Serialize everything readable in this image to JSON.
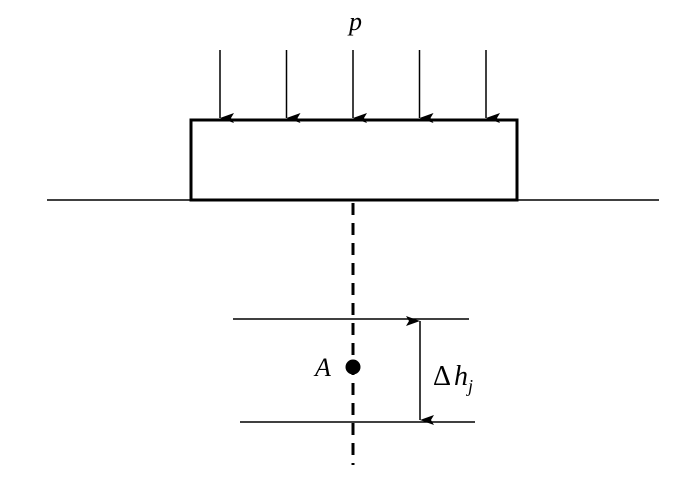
{
  "labels": {
    "load": "p",
    "point": "A",
    "thickness_delta": "Δ",
    "thickness_h": "h",
    "thickness_sub": "j"
  },
  "load_arrow_count": 5,
  "colors": {
    "stroke": "#000000",
    "background": "#ffffff"
  }
}
